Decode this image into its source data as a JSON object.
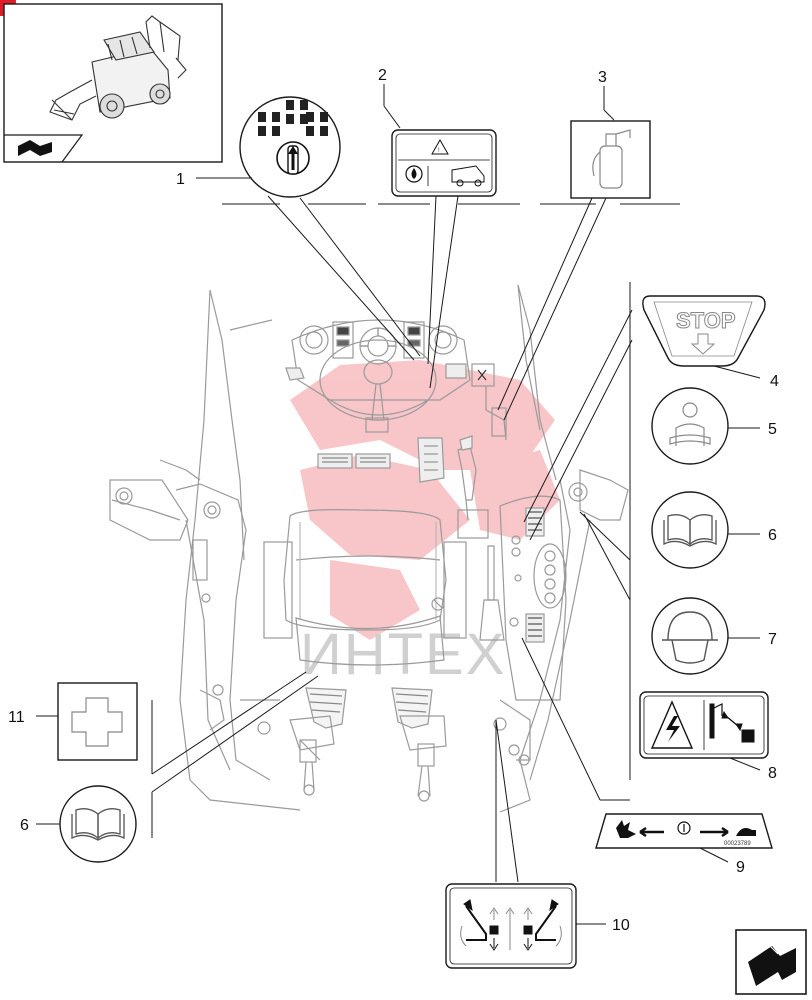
{
  "callouts": [
    {
      "id": "1",
      "label": "1"
    },
    {
      "id": "2",
      "label": "2"
    },
    {
      "id": "3",
      "label": "3"
    },
    {
      "id": "4",
      "label": "4"
    },
    {
      "id": "5",
      "label": "5"
    },
    {
      "id": "6a",
      "label": "6"
    },
    {
      "id": "7",
      "label": "7"
    },
    {
      "id": "8",
      "label": "8"
    },
    {
      "id": "9",
      "label": "9"
    },
    {
      "id": "10",
      "label": "10"
    },
    {
      "id": "11",
      "label": "11"
    },
    {
      "id": "6b",
      "label": "6"
    }
  ],
  "decals": {
    "stop_text": "STOP",
    "part_code": "00023789"
  },
  "watermark": "ИНТЕХ",
  "colors": {
    "line": "#1a1a1a",
    "cab_line": "#9a9a9a",
    "watermark_red": "#e8363c",
    "corner_badge": "#e01b2a"
  },
  "icons": {
    "thumbnail": "backhoe-loader-thumbnail",
    "nav_next": "next-page-arrow-icon"
  }
}
